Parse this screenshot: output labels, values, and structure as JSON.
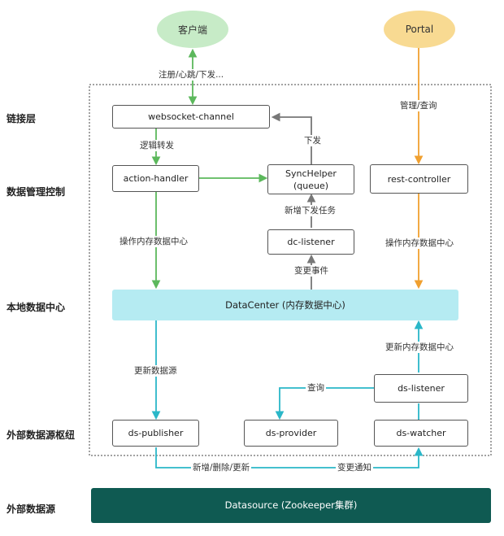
{
  "layers": {
    "link": "链接层",
    "control": "数据管理控制",
    "local": "本地数据中心",
    "external_hub": "外部数据源枢纽",
    "external": "外部数据源"
  },
  "nodes": {
    "client": "客户端",
    "portal": "Portal",
    "websocket_channel": "websocket-channel",
    "action_handler": "action-handler",
    "sync_helper": "SyncHelper\n(queue)",
    "rest_controller": "rest-controller",
    "dc_listener": "dc-listener",
    "datacenter": "DataCenter (内存数据中心)",
    "ds_listener": "ds-listener",
    "ds_publisher": "ds-publisher",
    "ds_provider": "ds-provider",
    "ds_watcher": "ds-watcher",
    "datasource": "Datasource (Zookeeper集群)"
  },
  "edges": {
    "register": "注册/心跳/下发...",
    "manage_query": "管理/查询",
    "logic_forward": "逻辑转发",
    "dispatch": "下发",
    "new_dispatch_task": "新增下发任务",
    "op_memory_left": "操作内存数据中心",
    "op_memory_right": "操作内存数据中心",
    "change_event": "变更事件",
    "update_source": "更新数据源",
    "update_memory": "更新内存数据中心",
    "query": "查询",
    "add_del_update": "新增/删除/更新",
    "change_notify": "变更通知"
  },
  "colors": {
    "green": "#5cb85c",
    "orange": "#f0a030",
    "cyan": "#2ab7c8",
    "gray": "#777777",
    "client_fill": "#c7ebc7",
    "portal_fill": "#f8da92",
    "datacenter_fill": "#b5ebf2",
    "datasource_fill": "#0f5a52"
  }
}
